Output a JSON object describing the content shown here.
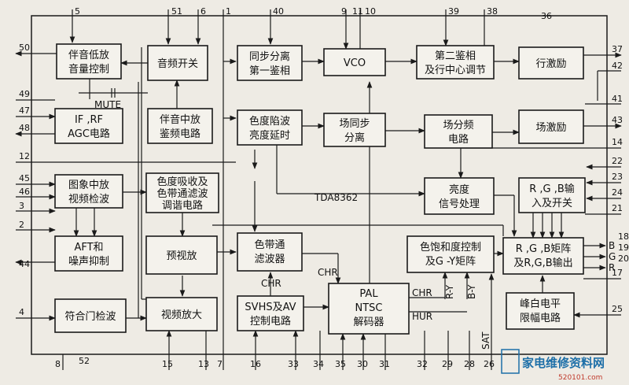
{
  "chip_label": "TDA8362",
  "blocks": {
    "audio_lf": [
      "伴音低放",
      "音量控制"
    ],
    "audio_switch": [
      "音频开关"
    ],
    "sync_sep": [
      "同步分离",
      "第一鉴相"
    ],
    "vco": [
      "VCO"
    ],
    "second_phase": [
      "第二鉴相",
      "及行中心调节"
    ],
    "h_drive": [
      "行激励"
    ],
    "if_agc": [
      "IF ,RF",
      "AGC电路"
    ],
    "sound_if": [
      "伴音中放",
      "鉴频电路"
    ],
    "chroma_trap": [
      "色度陷波",
      "亮度延时"
    ],
    "v_sync": [
      "场同步",
      "分离"
    ],
    "v_divider": [
      "场分频",
      "电路"
    ],
    "v_drive": [
      "场激励"
    ],
    "video_if": [
      "图象中放",
      "视频检波"
    ],
    "chroma_absorb": [
      "色度吸收及",
      "色带通滤波",
      "调谐电路"
    ],
    "luma": [
      "亮度",
      "信号处理"
    ],
    "rgb_in": [
      "R ,G ,B输",
      "入及开关"
    ],
    "afc_noise": [
      "AFT和",
      "噪声抑制"
    ],
    "pre_video": [
      "预视放"
    ],
    "chroma_bp": [
      "色带通",
      "滤波器"
    ],
    "saturation": [
      "色饱和度控制",
      "及G -Y矩阵"
    ],
    "rgb_matrix": [
      "R ,G ,B矩阵",
      "及R,G,B输出"
    ],
    "coincidence": [
      "符合门检波"
    ],
    "video_amp": [
      "视频放大"
    ],
    "svhs_av": [
      "SVHS及AV",
      "控制电路"
    ],
    "decoder": [
      "PAL",
      "NTSC",
      "解码器"
    ],
    "peak_white": [
      "峰白电平",
      "限幅电路"
    ]
  },
  "labels": {
    "mute": "MUTE",
    "chr_up": "CHR",
    "chr_mid": "CHR",
    "chr_dec": "CHR",
    "hur": "HUR",
    "ry": "R-Y",
    "by": "B-Y",
    "sat": "SAT",
    "out_b": "B",
    "out_g": "G",
    "out_r": "R"
  },
  "pins": {
    "p5": "5",
    "p51": "51",
    "p6": "6",
    "p1": "1",
    "p40": "40",
    "p9": "9",
    "p11": "11",
    "p10": "10",
    "p39": "39",
    "p38": "38",
    "p36": "36",
    "p50": "50",
    "p49": "49",
    "p47": "47",
    "p48": "48",
    "p12": "12",
    "p45": "45",
    "p46": "46",
    "p3": "3",
    "p2": "2",
    "p44": "44",
    "p4": "4",
    "p37": "37",
    "p42": "42",
    "p41": "41",
    "p43": "43",
    "p14": "14",
    "p22": "22",
    "p23": "23",
    "p24": "24",
    "p21": "21",
    "p18": "18",
    "p19": "19",
    "p20": "20",
    "p17": "17",
    "p25": "25",
    "p8": "8",
    "p52": "52",
    "p15": "15",
    "p13": "13",
    "p7": "7",
    "p16": "16",
    "p33": "33",
    "p34": "34",
    "p35": "35",
    "p30": "30",
    "p31": "31",
    "p32": "32",
    "p29": "29",
    "p28": "28",
    "p26": "26"
  },
  "watermark": {
    "title": "家电维修资料网",
    "url": "520101.com"
  }
}
